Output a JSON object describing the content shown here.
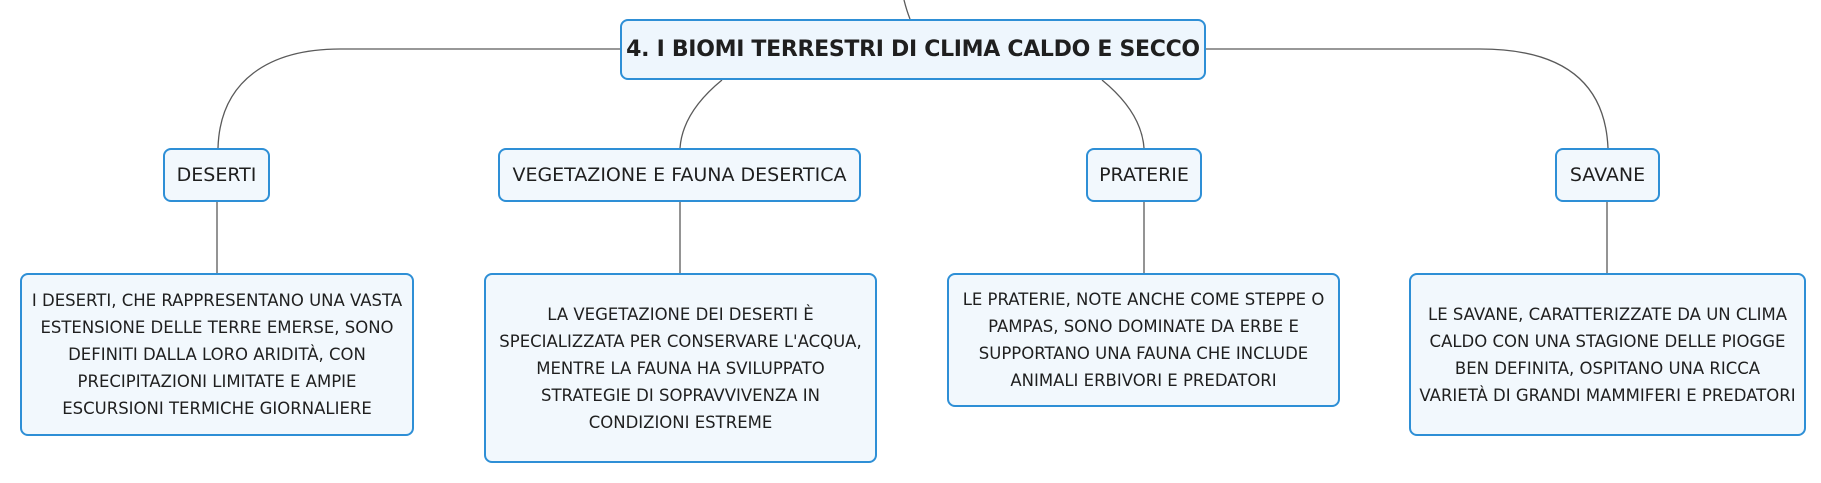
{
  "diagram": {
    "root": {
      "label": "4. I BIOMI TERRESTRI DI CLIMA CALDO E SECCO"
    },
    "branches": [
      {
        "label": "DESERTI",
        "description": "I DESERTI, CHE RAPPRESENTANO UNA VASTA ESTENSIONE DELLE TERRE EMERSE, SONO DEFINITI DALLA LORO ARIDITÀ, CON PRECIPITAZIONI LIMITATE E AMPIE ESCURSIONI TERMICHE GIORNALIERE"
      },
      {
        "label": "VEGETAZIONE E FAUNA DESERTICA",
        "description": "LA VEGETAZIONE DEI DESERTI È SPECIALIZZATA PER CONSERVARE L'ACQUA, MENTRE LA FAUNA HA SVILUPPATO STRATEGIE DI SOPRAVVIVENZA IN CONDIZIONI ESTREME"
      },
      {
        "label": "PRATERIE",
        "description": "LE PRATERIE, NOTE ANCHE COME STEPPE O PAMPAS, SONO DOMINATE DA ERBE E SUPPORTANO UNA FAUNA CHE INCLUDE ANIMALI ERBIVORI E PREDATORI"
      },
      {
        "label": "SAVANE",
        "description": "LE SAVANE, CARATTERIZZATE DA UN CLIMA CALDO CON UNA STAGIONE DELLE PIOGGE BEN DEFINITA, OSPITANO UNA RICCA VARIETÀ DI GRANDI MAMMIFERI E PREDATORI"
      }
    ]
  },
  "colors": {
    "node_border": "#2e8fd6",
    "node_fill": "#f2f8fd",
    "connector": "#5a5a5a",
    "text": "#1f1f1f"
  }
}
